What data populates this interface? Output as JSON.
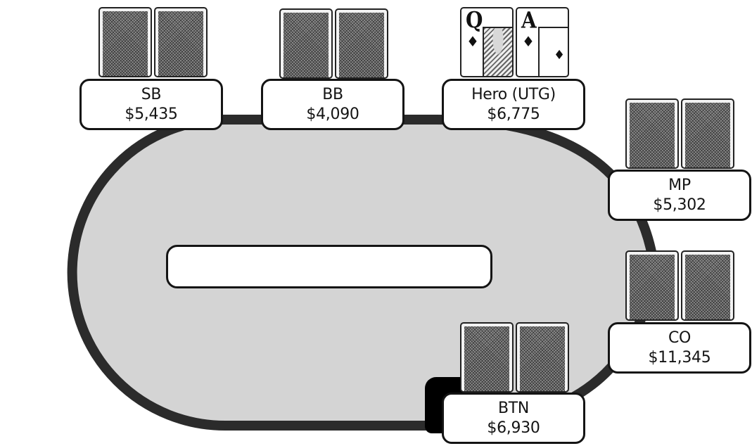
{
  "seats": [
    {
      "id": "sb",
      "name": "SB",
      "stack": "$5,435"
    },
    {
      "id": "bb",
      "name": "BB",
      "stack": "$4,090"
    },
    {
      "id": "hero",
      "name": "Hero (UTG)",
      "stack": "$6,775"
    },
    {
      "id": "mp",
      "name": "MP",
      "stack": "$5,302"
    },
    {
      "id": "co",
      "name": "CO",
      "stack": "$11,345"
    },
    {
      "id": "btn",
      "name": "BTN",
      "stack": "$6,930"
    }
  ],
  "hero_cards": [
    {
      "rank": "Q",
      "suit": "♦",
      "suit_name": "diamonds"
    },
    {
      "rank": "A",
      "suit": "♦",
      "suit_name": "diamonds"
    }
  ],
  "board_text": "",
  "colors": {
    "felt": "#d4d4d4",
    "rail": "#2b2b2b",
    "ink": "#141414"
  }
}
